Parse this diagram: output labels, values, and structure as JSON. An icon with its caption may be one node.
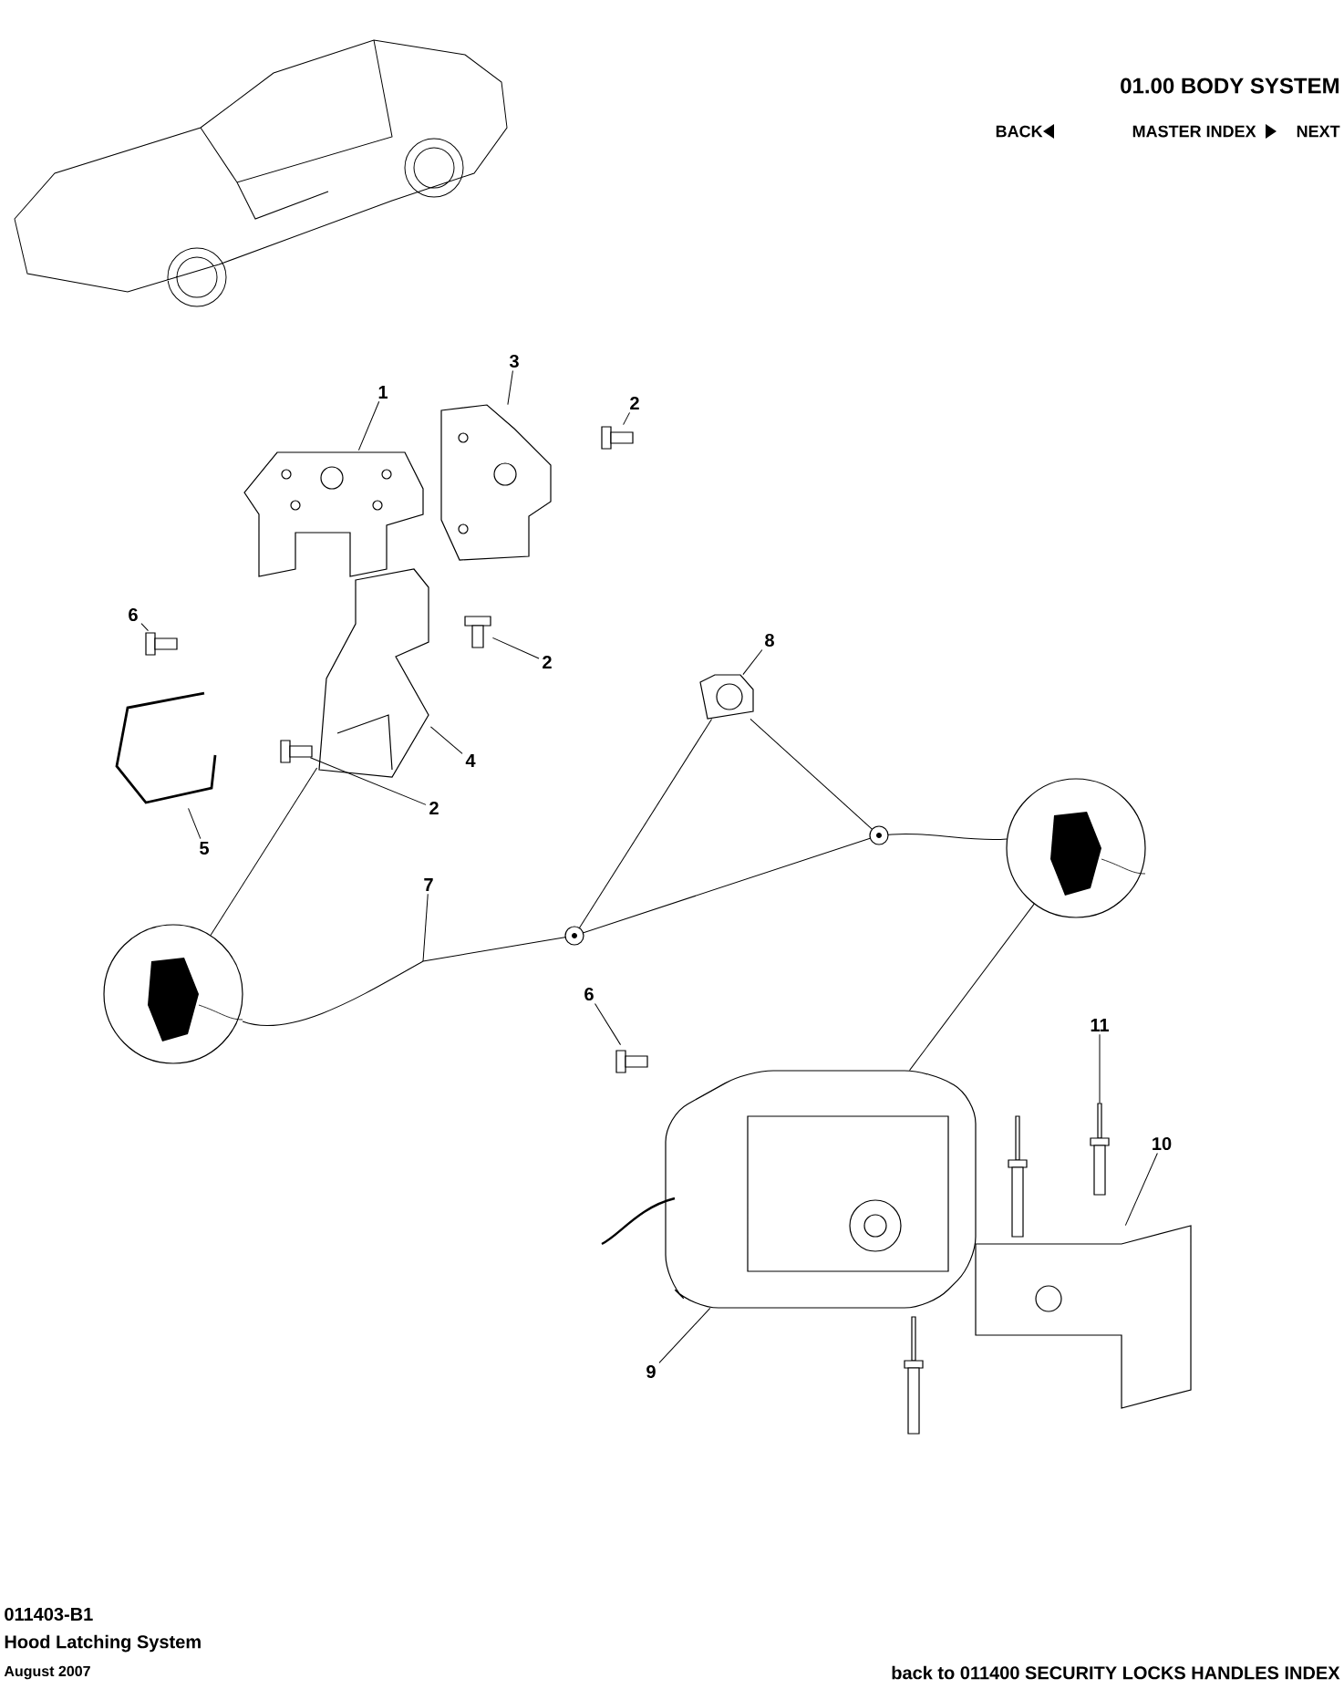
{
  "diagram": {
    "nodes": [
      {
        "text": [
          "1"
        ]
      },
      {
        "text": [
          "3"
        ]
      },
      {
        "text": [
          "2"
        ]
      },
      {
        "text": [],
        "shape": "picture"
      },
      {
        "text": [],
        "shape": "picture"
      },
      {
        "text": [],
        "shape": "picture"
      },
      {
        "text": [
          "6"
        ]
      },
      {
        "text": [],
        "shape": "picture"
      },
      {
        "text": [],
        "shape": "picture"
      },
      {
        "text": [
          "2"
        ]
      },
      {
        "text": [
          "8"
        ]
      },
      {
        "text": [],
        "shape": "picture"
      },
      {
        "text": [
          "4"
        ]
      },
      {
        "text": [],
        "shape": "picture"
      },
      {
        "text": [
          "2"
        ]
      },
      {
        "text": [],
        "shape": "picture"
      },
      {
        "text": [
          "5"
        ]
      },
      {
        "text": [],
        "shape": "picture"
      },
      {
        "text": [
          "7"
        ]
      },
      {
        "text": [],
        "shape": "circle"
      },
      {
        "text": [],
        "shape": "circle"
      },
      {
        "text": [
          "6"
        ]
      },
      {
        "text": [],
        "shape": "picture"
      },
      {
        "text": [
          "11"
        ]
      },
      {
        "text": [],
        "shape": "picture"
      },
      {
        "text": [
          "10"
        ]
      },
      {
        "text": [],
        "shape": "picture"
      },
      {
        "text": [],
        "shape": "picture"
      },
      {
        "text": [
          "9"
        ]
      },
      {
        "text": [],
        "shape": "circle"
      },
      {
        "text": [],
        "shape": "circle"
      }
    ],
    "edges": [
      {
        "from": 0,
        "to": 3,
        "arrow": "none"
      },
      {
        "from": 1,
        "to": 4,
        "arrow": "none"
      },
      {
        "from": 2,
        "to": 5,
        "arrow": "none"
      },
      {
        "from": 6,
        "to": 7,
        "arrow": "none"
      },
      {
        "from": 9,
        "to": 8,
        "arrow": "none"
      },
      {
        "from": 10,
        "to": 11,
        "arrow": "none"
      },
      {
        "from": 11,
        "to": 29,
        "arrow": "none"
      },
      {
        "from": 11,
        "to": 30,
        "arrow": "none"
      },
      {
        "from": 12,
        "to": 13,
        "arrow": "none"
      },
      {
        "from": 14,
        "to": 15,
        "arrow": "none"
      },
      {
        "from": 16,
        "to": 17,
        "arrow": "none"
      },
      {
        "from": 18,
        "to": null,
        "arrow": "none"
      },
      {
        "from": 19,
        "to": 13,
        "arrow": "none"
      },
      {
        "from": 20,
        "to": 27,
        "arrow": "none"
      },
      {
        "from": 21,
        "to": 22,
        "arrow": "none"
      },
      {
        "from": 23,
        "to": 24,
        "arrow": "none"
      },
      {
        "from": 25,
        "to": 26,
        "arrow": "none"
      },
      {
        "from": 28,
        "to": 27,
        "arrow": "none"
      }
    ],
    "labels": [
      "01.00 BODY SYSTEM",
      "BACK",
      "MASTER INDEX",
      "NEXT",
      "011403-B1",
      "Hood Latching System",
      "August 2007",
      "back to 011400 SECURITY LOCKS HANDLES INDEX"
    ]
  }
}
